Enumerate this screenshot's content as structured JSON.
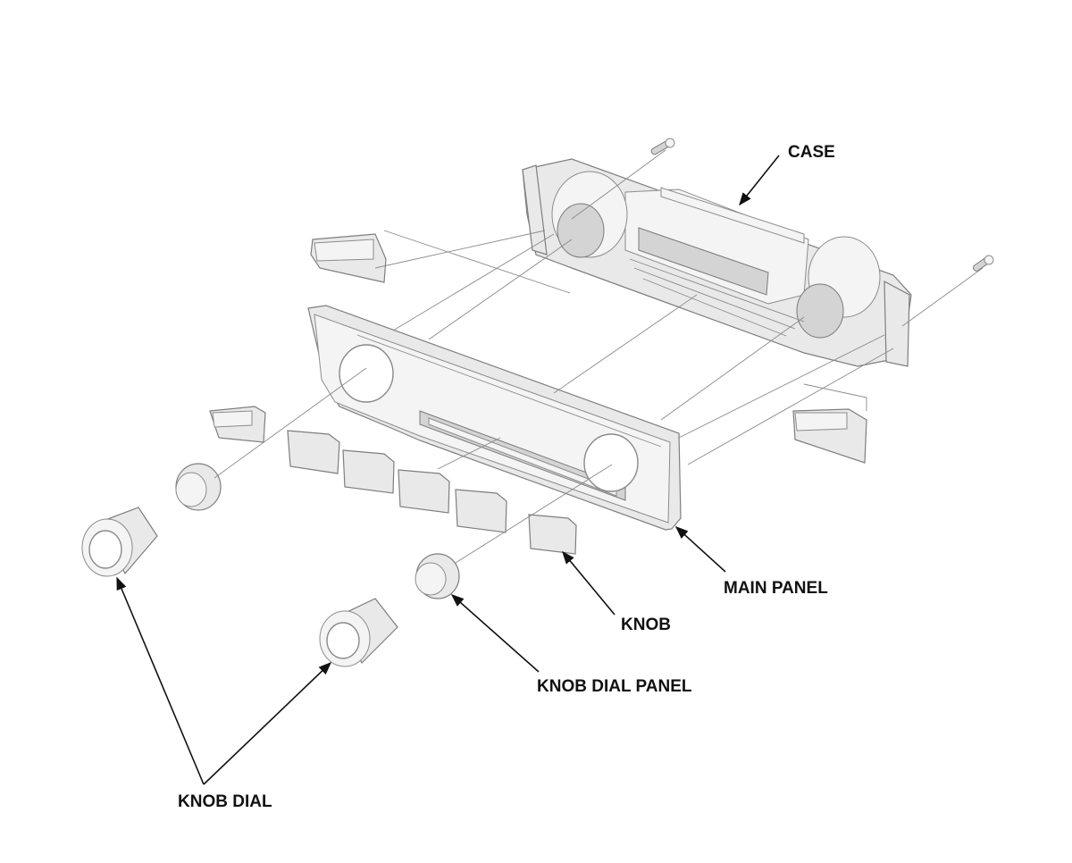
{
  "labels": {
    "case": "CASE",
    "main_panel": "MAIN PANEL",
    "knob": "KNOB",
    "knob_dial_panel": "KNOB DIAL PANEL",
    "knob_dial": "KNOB DIAL"
  },
  "colors": {
    "part_fill": "#e9e9e9",
    "part_outline": "#7e7e7e",
    "leader_line": "#111111",
    "background": "#ffffff"
  }
}
